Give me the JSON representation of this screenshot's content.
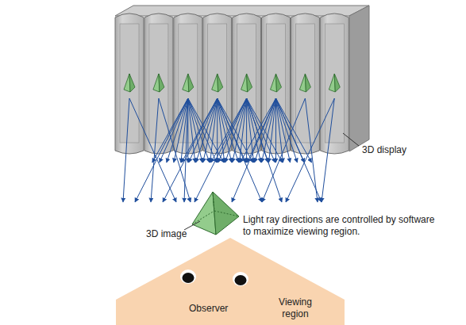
{
  "diagram": {
    "nodes": [
      {
        "text": [
          "Observer",
          "Viewing region"
        ]
      }
    ],
    "labels": [
      "3D display",
      "3D image",
      "Light ray directions are controlled by software to maximize viewing region."
    ]
  }
}
